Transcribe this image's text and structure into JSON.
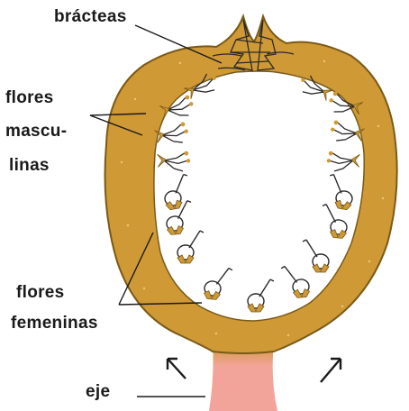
{
  "labels": {
    "bracteas": "brácteas",
    "flores_masculinas_line1": "flores",
    "flores_masculinas_line2": "mascu-",
    "flores_masculinas_line3": "linas",
    "flores_femeninas_line1": "flores",
    "flores_femeninas_line2": "femeninas",
    "eje": "eje"
  },
  "colors": {
    "receptacle": "#cf9936",
    "receptacle_edge": "#7a5a16",
    "stalk": "#f3a49a",
    "cavity": "#ffffff",
    "ink": "#1a1a1a"
  },
  "icons": [
    "arrow-up-left-icon",
    "arrow-up-right-icon"
  ]
}
